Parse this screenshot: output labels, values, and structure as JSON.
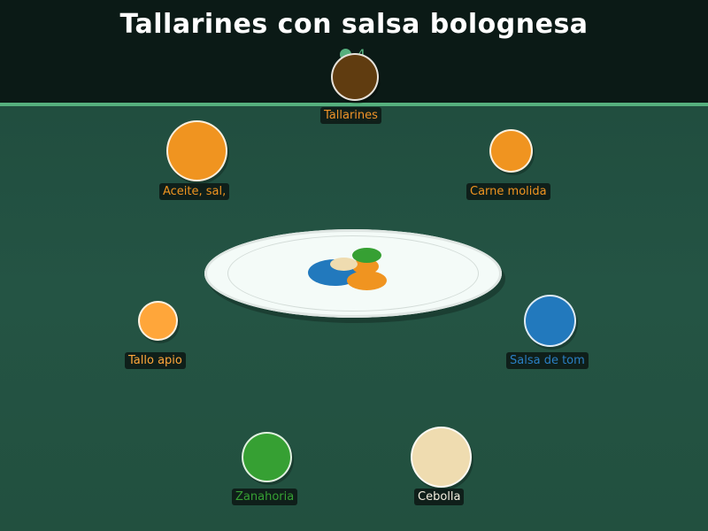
{
  "game": {
    "title": "Tallarines con salsa bolognesa",
    "counter": "4"
  },
  "colors": {
    "brand_green": "#56b07e",
    "label_bg": "#0f1f1a",
    "plate": "#f4fbf8"
  },
  "ingredients": [
    {
      "name": "Tallarines",
      "color": "#603c10",
      "label_color": "#f09428"
    },
    {
      "name": "Aceite, sal,",
      "color": "#f09420",
      "label_color": "#f09420"
    },
    {
      "name": "Carne molida",
      "color": "#f09420",
      "label_color": "#f09420"
    },
    {
      "name": "Tallo apio",
      "color": "#ffa63a",
      "label_color": "#ffa63a"
    },
    {
      "name": "Salsa de tom",
      "color": "#2279bd",
      "label_color": "#2a7fc4"
    },
    {
      "name": "Zanahoria",
      "color": "#36a033",
      "label_color": "#36a033"
    },
    {
      "name": "Cebolla",
      "color": "#efdcb0",
      "label_color": "#f4efe0"
    }
  ],
  "plate_contents": [
    {
      "item": "Salsa de tom",
      "color": "#2279bd"
    },
    {
      "item": "Carne molida",
      "color": "#f09420"
    },
    {
      "item": "Zanahoria",
      "color": "#36a033"
    },
    {
      "item": "Cebolla",
      "color": "#efdcb0"
    }
  ]
}
